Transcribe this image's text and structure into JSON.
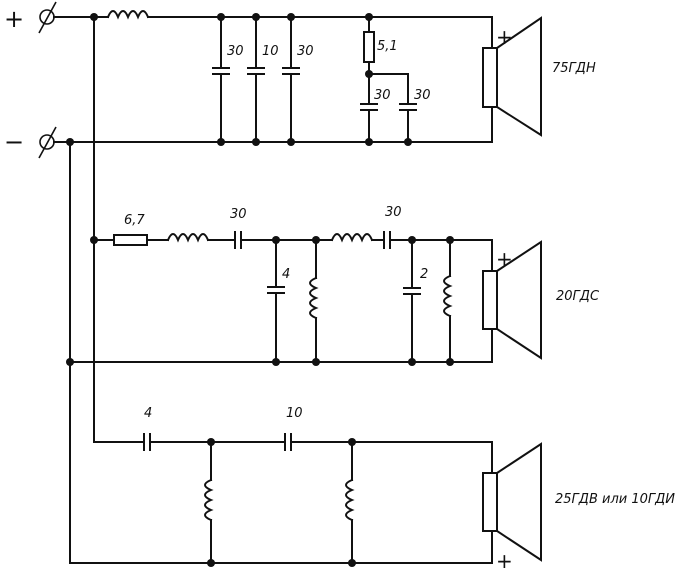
{
  "terminals": {
    "plus": "+",
    "minus": "−"
  },
  "speakers": [
    {
      "model": "75ГДН",
      "polarity": "+"
    },
    {
      "model": "20ГДС",
      "polarity": "+"
    },
    {
      "model": "25ГДВ или 10ГДИ",
      "polarity": "+"
    }
  ],
  "woofer_filter": {
    "c1": "30",
    "c2": "10",
    "c3": "30",
    "resistor": "5,1",
    "c4": "30",
    "c5": "30"
  },
  "midrange_filter": {
    "resistor": "6,7",
    "c_series1": "30",
    "c_shunt1": "4",
    "c_series2": "30",
    "c_shunt2": "2"
  },
  "tweeter_filter": {
    "c_series1": "4",
    "c_series2": "10"
  }
}
